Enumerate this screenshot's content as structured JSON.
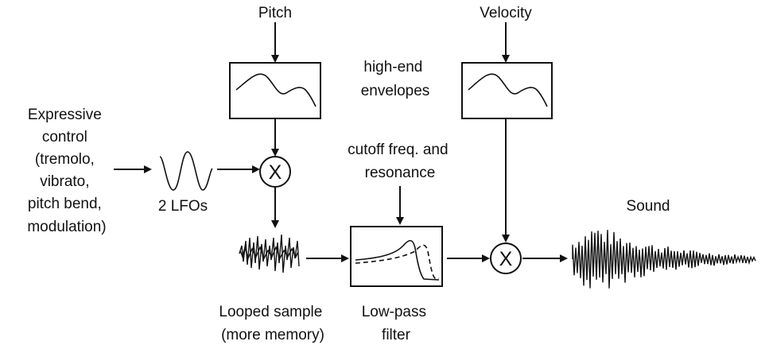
{
  "labels": {
    "pitch": "Pitch",
    "velocity": "Velocity",
    "envelopes": [
      "high-end",
      "envelopes"
    ],
    "expressive": [
      "Expressive",
      "control",
      "(tremolo,",
      "vibrato,",
      "pitch bend,",
      "modulation)"
    ],
    "lfos": "2 LFOs",
    "cutoff": [
      "cutoff freq. and",
      "resonance"
    ],
    "sound": "Sound",
    "looped": [
      "Looped sample",
      "(more memory)"
    ],
    "lowpass": [
      "Low-pass",
      "filter"
    ],
    "multiply_symbol": "X"
  }
}
